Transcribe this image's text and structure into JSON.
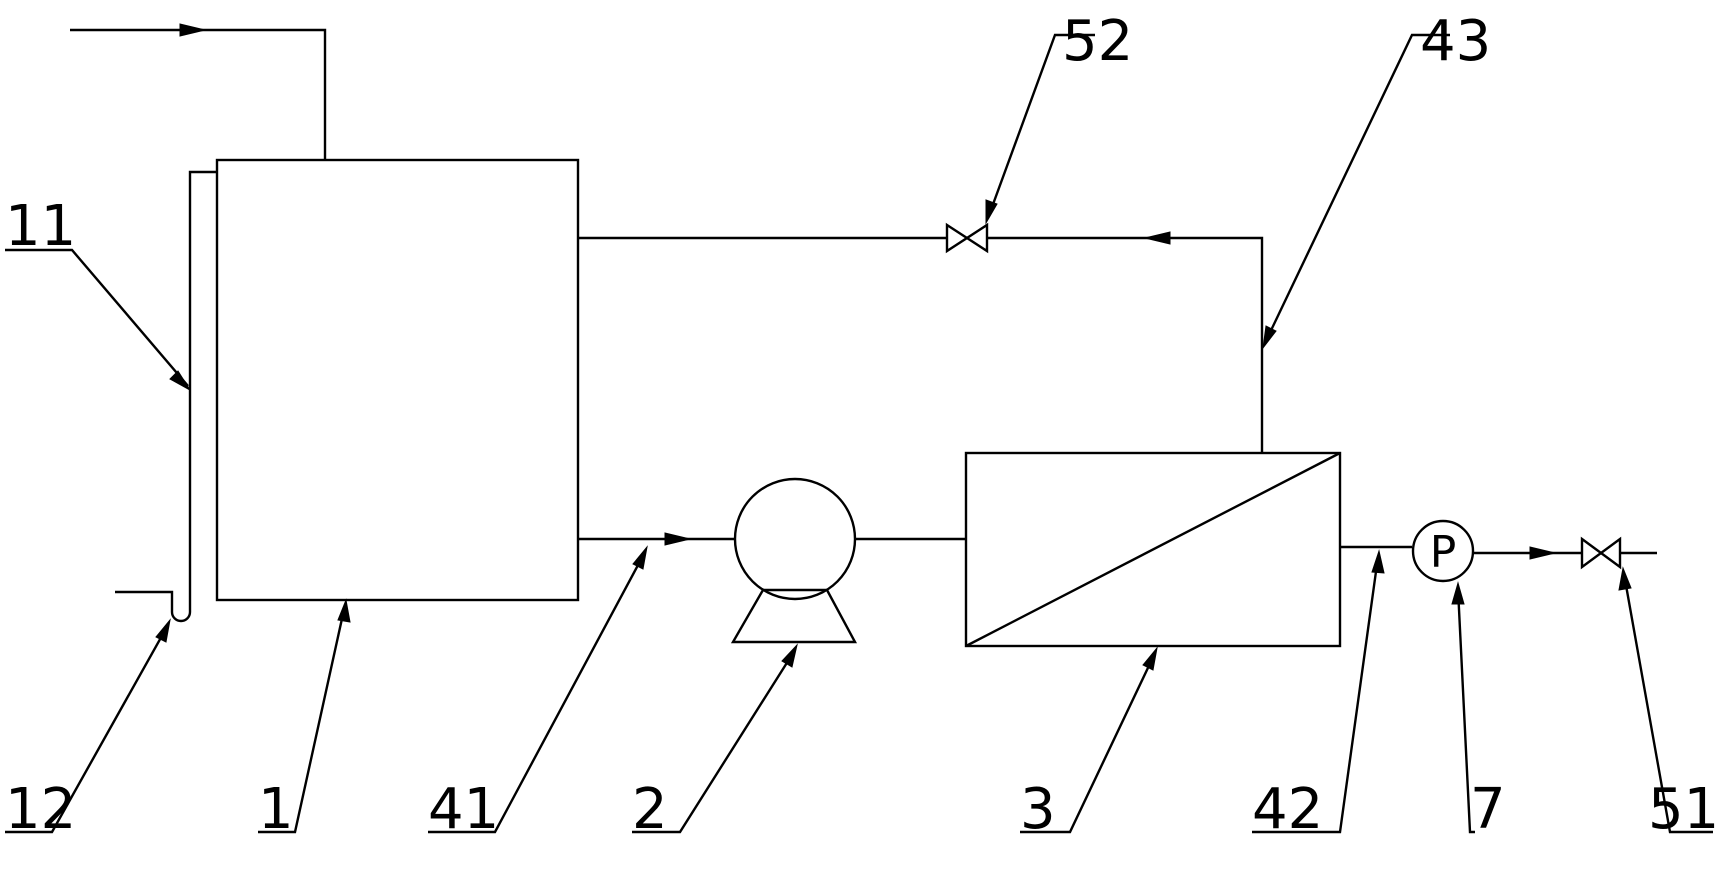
{
  "labels": {
    "label_12": "12",
    "label_1": "1",
    "label_41": "41",
    "label_2": "2",
    "label_3": "3",
    "label_42": "42",
    "label_7": "7",
    "label_51": "51",
    "label_11": "11",
    "label_52": "52",
    "label_43": "43"
  },
  "gauge_letter": "P"
}
